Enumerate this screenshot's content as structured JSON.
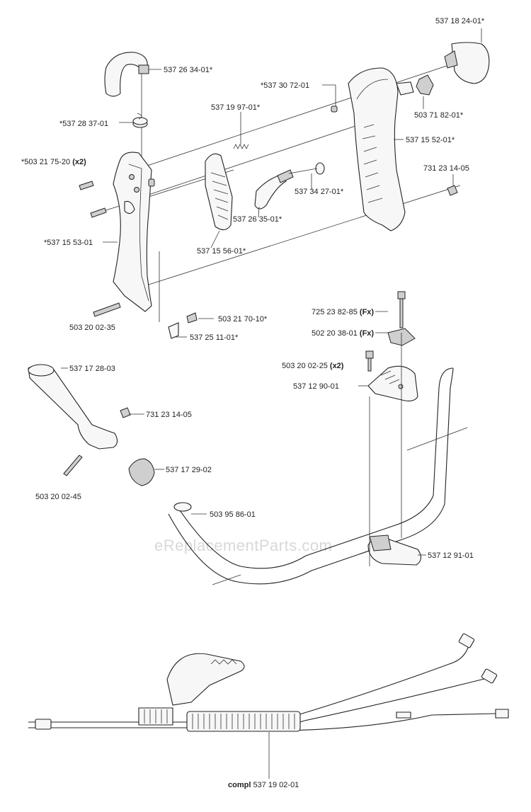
{
  "watermark": "eReplacementParts.com",
  "labels": {
    "p537182401": "537 18 24-01*",
    "p537263401": "537 26 34-01*",
    "p537307201": "*537 30 72-01",
    "p537199701": "537 19 97-01*",
    "p537283701": "*537 28 37-01",
    "p503718201": "503 71 82-01*",
    "p537155201": "537 15 52-01*",
    "p503217520": "*503 21 75-20",
    "p503217520_qty": "(x2)",
    "p731231405a": "731 23 14-05",
    "p537342701": "537 34 27-01*",
    "p537263501": "537 26 35-01*",
    "p537155301": "*537 15 53-01",
    "p537155601": "537 15 56-01*",
    "p503217010": "503 21 70-10*",
    "p503200235": "503 20 02-35",
    "p537251101": "537 25 11-01*",
    "p725238285": "725 23 82-85",
    "p725238285_qty": "(Fx)",
    "p502203801": "502 20 38-01",
    "p502203801_qty": "(Fx)",
    "p537172803": "537 17 28-03",
    "p503200225": "503 20 02-25",
    "p503200225_qty": "(x2)",
    "p537129001": "537 12 90-01",
    "p731231405b": "731 23 14-05",
    "p537172902": "537 17 29-02",
    "p503200245": "503 20 02-45",
    "p503958601": "503 95 86-01",
    "p537129101": "537 12 91-01",
    "compl_prefix": "compl",
    "p537190201": "537 19 02-01"
  }
}
